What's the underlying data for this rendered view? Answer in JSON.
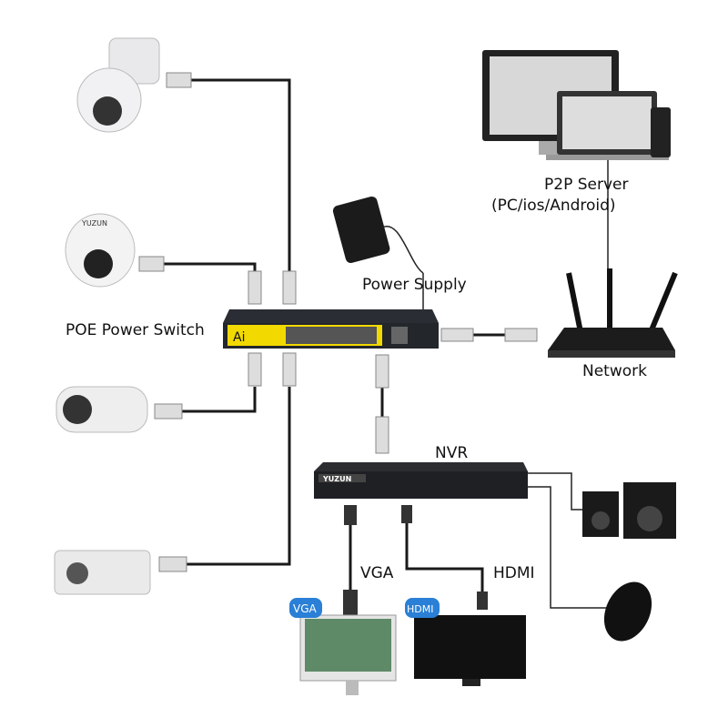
{
  "labels": {
    "switch": "POE Power Switch",
    "power_supply": "Power Supply",
    "p2p_line1": "P2P Server",
    "p2p_line2": "(PC/ios/Android)",
    "network": "Network",
    "nvr": "NVR",
    "vga": "VGA",
    "hdmi": "HDMI"
  },
  "badges": {
    "vga": "VGA",
    "hdmi": "HDMI"
  },
  "brand": "YUZUN",
  "switch_logo": "Ai",
  "colors": {
    "switch_accent": "#f2d900",
    "badge_blue": "#2a7fd6",
    "cable": "#1a1a1a"
  }
}
